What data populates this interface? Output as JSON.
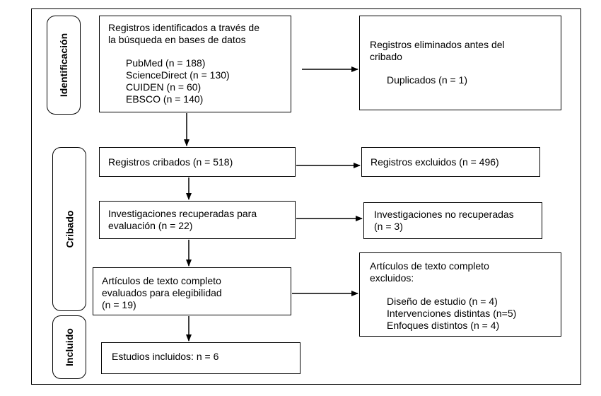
{
  "stages": {
    "identification": "Identificación",
    "screening": "Cribado",
    "included": "Incluido"
  },
  "boxes": {
    "identified": {
      "title_lines": [
        "Registros identificados a través de",
        "la búsqueda en bases de datos"
      ],
      "items": [
        "PubMed (n = 188)",
        "ScienceDirect (n = 130)",
        "CUIDEN (n = 60)",
        "EBSCO (n = 140)"
      ]
    },
    "removed_before": {
      "title_lines": [
        "Registros eliminados antes del",
        "cribado"
      ],
      "items": [
        "Duplicados (n = 1)"
      ]
    },
    "screened": "Registros cribados (n = 518)",
    "excluded": "Registros excluidos (n = 496)",
    "retrieved": [
      "Investigaciones recuperadas para",
      "evaluación (n = 22)"
    ],
    "not_retrieved": [
      "Investigaciones no recuperadas",
      "(n = 3)"
    ],
    "assessed": [
      "Artículos de texto completo",
      "evaluados para elegibilidad",
      "(n = 19)"
    ],
    "fulltext_excluded": {
      "title_lines": [
        "Artículos de texto completo",
        "excluidos:"
      ],
      "items": [
        "Diseño de estudio (n = 4)",
        "Intervenciones distintas (n=5)",
        "Enfoques distintos (n = 4)"
      ]
    },
    "included": "Estudios incluidos: n = 6"
  }
}
